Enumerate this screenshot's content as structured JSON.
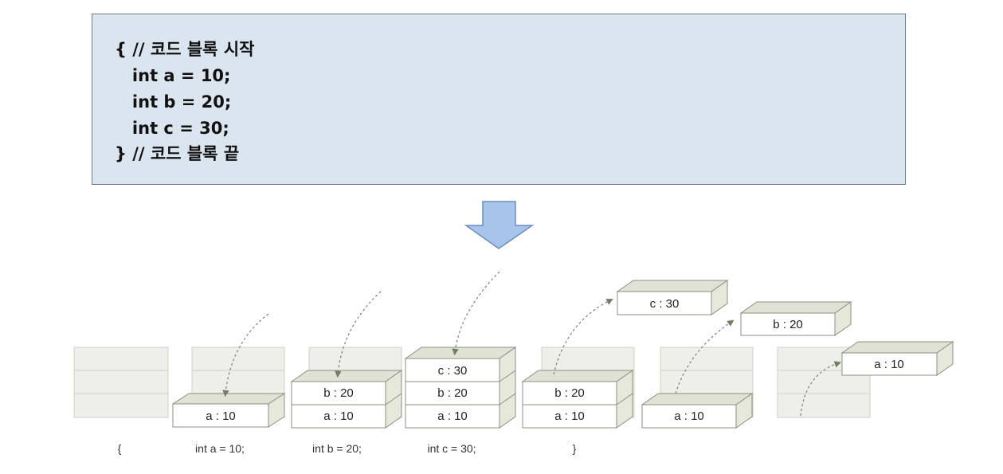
{
  "code": {
    "lines": [
      "{ // 코드 블록 시작",
      "   int a = 10;",
      "   int b = 20;",
      "   int c = 30;",
      "} // 코드 블록 끝"
    ]
  },
  "colors": {
    "code_bg": "#dbe5ef",
    "arrow_fill": "#a9c4ea",
    "arrow_stroke": "#6c8ebf",
    "frame": "#eeeeea",
    "box_top": "#dfe2d5",
    "box_side": "#e6e8dc",
    "pointer": "#6f8062"
  },
  "steps": [
    {
      "label": "{",
      "cells": []
    },
    {
      "label": "int a = 10;",
      "cells": [
        "a : 10"
      ]
    },
    {
      "label": "int b = 20;",
      "cells": [
        "a : 10",
        "b : 20"
      ]
    },
    {
      "label": "int c = 30;",
      "cells": [
        "a : 10",
        "b : 20",
        "c : 30"
      ]
    },
    {
      "label": "}",
      "cells": [
        "a : 10",
        "b : 20"
      ],
      "popped": "c : 30"
    },
    {
      "label": "",
      "cells": [
        "a : 10"
      ],
      "popped": "b : 20"
    },
    {
      "label": "",
      "cells": [],
      "popped": "a : 10"
    }
  ]
}
